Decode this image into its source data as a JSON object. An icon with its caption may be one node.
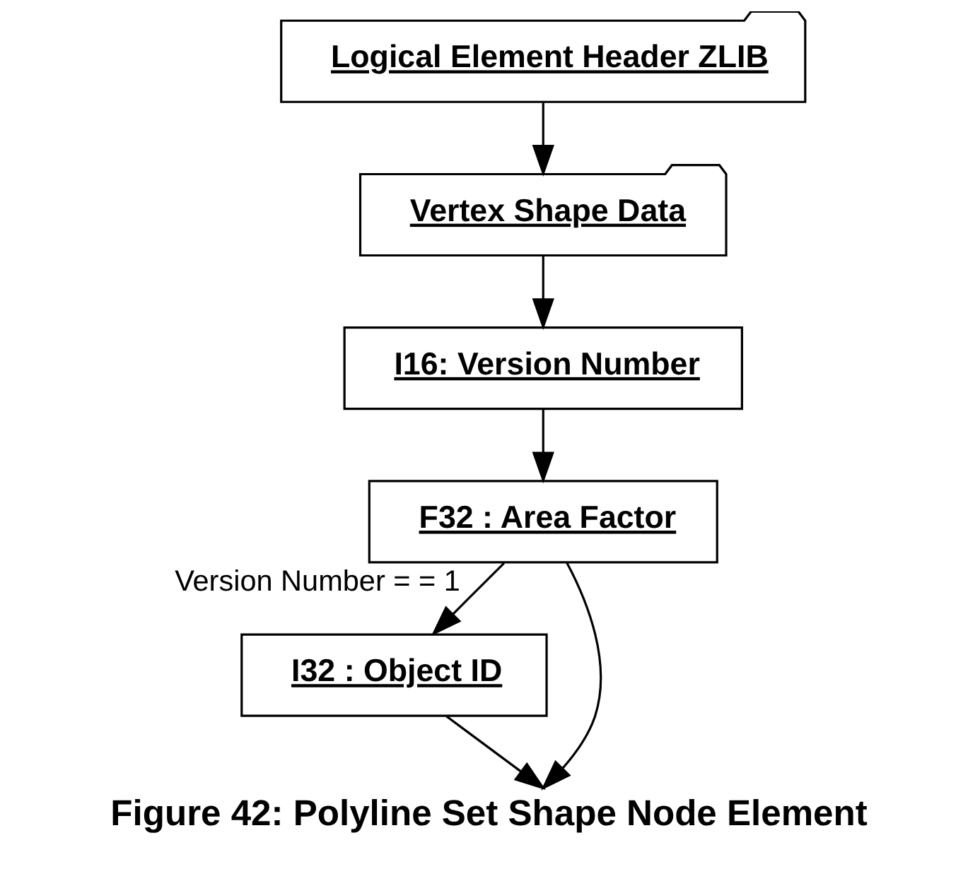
{
  "diagram": {
    "caption": "Figure 42: Polyline Set Shape Node Element",
    "nodes": [
      {
        "text": [
          "Logical Element Header ZLIB"
        ]
      },
      {
        "text": [
          "Vertex Shape Data"
        ]
      },
      {
        "text": [
          "I16: Version Number"
        ]
      },
      {
        "text": [
          "F32 : Area Factor"
        ]
      },
      {
        "text": [
          "I32 : Object ID"
        ]
      }
    ],
    "edges": [
      {
        "from": 0,
        "to": 1,
        "arrow": "to"
      },
      {
        "from": 1,
        "to": 2,
        "arrow": "to"
      },
      {
        "from": 2,
        "to": 3,
        "arrow": "to"
      },
      {
        "from": 3,
        "to": 4,
        "arrow": "to",
        "label": "Version Number = = 1"
      },
      {
        "from": 4,
        "to": null,
        "arrow": "to"
      },
      {
        "from": 3,
        "to": null,
        "arrow": "to"
      }
    ]
  }
}
